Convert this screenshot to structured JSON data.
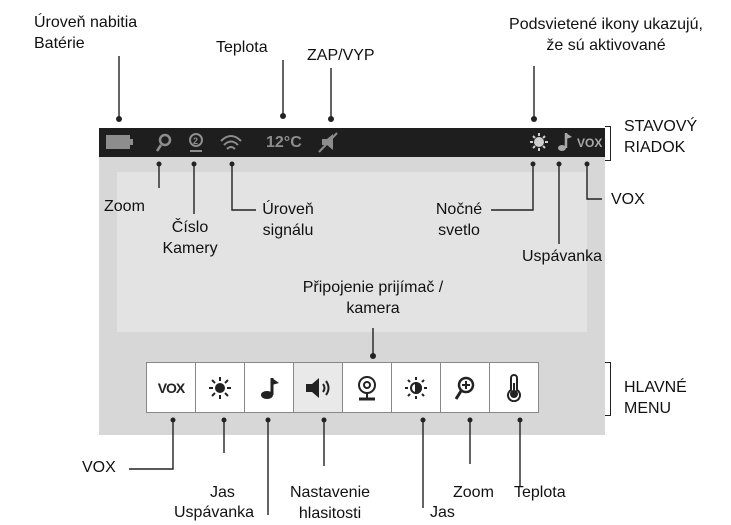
{
  "status_bar": {
    "temperature": "12°C",
    "vox": "VOX",
    "icons": [
      "battery-icon",
      "zoom-icon",
      "camera-number-icon",
      "signal-icon",
      "speaker-mute-icon",
      "night-light-icon",
      "lullaby-note-icon",
      "vox-icon"
    ]
  },
  "menu": {
    "items": [
      {
        "name": "vox",
        "text": "VOX"
      },
      {
        "name": "brightness",
        "icon": "sun-icon"
      },
      {
        "name": "lullaby",
        "icon": "music-note-icon"
      },
      {
        "name": "volume",
        "icon": "speaker-icon"
      },
      {
        "name": "pairing",
        "icon": "camera-link-icon"
      },
      {
        "name": "contrast",
        "icon": "contrast-sun-icon"
      },
      {
        "name": "zoom",
        "icon": "zoom-in-icon"
      },
      {
        "name": "temperature",
        "icon": "thermometer-icon"
      }
    ],
    "selected": "volume"
  },
  "labels": {
    "battery": [
      "Úroveň nabitia",
      "Batérie"
    ],
    "temperature_top": "Teplota",
    "on_off": "ZAP/VYP",
    "backlit_note": [
      "Podsvietené ikony ukazujú,",
      "že sú aktivované"
    ],
    "status_row": [
      "STAVOVÝ",
      "RIADOK"
    ],
    "zoom_top": "Zoom",
    "camera_number": [
      "Číslo",
      "Kamery"
    ],
    "signal": [
      "Úroveň",
      "signálu"
    ],
    "night_light": [
      "Nočné",
      "svetlo"
    ],
    "lullaby_top": "Uspávanka",
    "vox_top": "VOX",
    "pairing": [
      "Připojenie prijímač /",
      "kamera"
    ],
    "main_menu": [
      "HLAVNÉ",
      "MENU"
    ],
    "vox_bottom": "VOX",
    "brightness_bottom": "Jas",
    "lullaby_bottom": "Uspávanka",
    "volume": [
      "Nastavenie",
      "hlasitosti"
    ],
    "contrast_bottom": "Jas",
    "zoom_bottom": "Zoom",
    "temperature_bottom": "Teplota"
  }
}
